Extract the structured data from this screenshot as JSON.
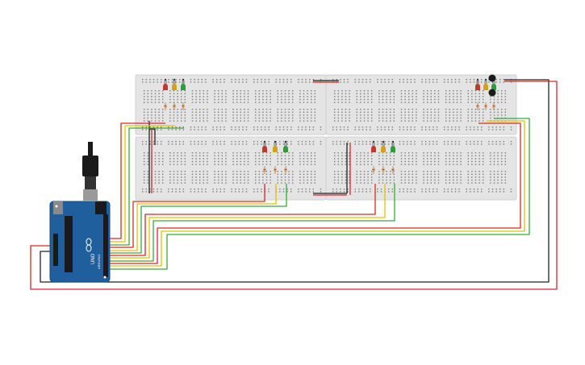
{
  "canvas": {
    "background": "#ffffff"
  },
  "colors": {
    "breadboard": "#e4e4e4",
    "breadboard_edge": "#cfcfcf",
    "hole": "#7a7a7a",
    "arduino": "#1f5f9e",
    "arduino_edge": "#174a7c",
    "wire_red": "#d62828",
    "wire_black": "#222222",
    "wire_yellow": "#e0c200",
    "wire_green": "#3aa83a",
    "led_red": "#c0392b",
    "led_yellow": "#d6a11a",
    "led_green": "#2e9e3a"
  },
  "arduino": {
    "logo": "arduino-infinity-logo",
    "board_label": "UNO",
    "brand_label": "ARDUINO"
  },
  "components": {
    "traffic_lights": [
      "top-left",
      "middle-left",
      "middle-right",
      "top-right"
    ],
    "buzzer": "piezo-buzzer",
    "power_plug": "dc-barrel-jack"
  }
}
